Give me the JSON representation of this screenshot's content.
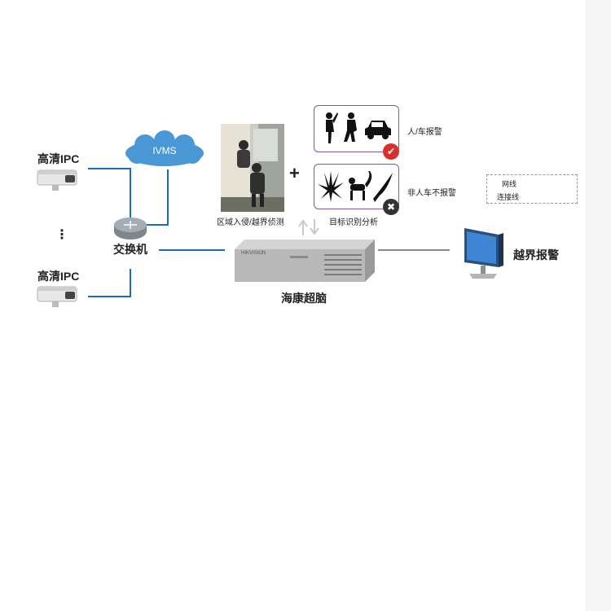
{
  "nodes": {
    "ipc_top_label": "高清IPC",
    "ipc_bottom_label": "高清IPC",
    "ellipsis": "⋮",
    "ivms_label": "IVMS",
    "switch_label": "交换机",
    "server_label": "海康超脑",
    "server_brand": "HIKVISION",
    "monitor_label": "越界报警",
    "photo_caption": "区域入侵/越界侦测",
    "plus": "+",
    "analysis_caption": "目标识别分析"
  },
  "results": {
    "alarm_label": "人/车报警",
    "no_alarm_label": "非人车不报警",
    "check_mark": "✔",
    "cross_mark": "✖"
  },
  "legend": {
    "network_line": "网线",
    "connection_line": "连接线"
  },
  "colors": {
    "network": "#1e6bb8",
    "connection": "#888888",
    "panel_border": "#7e5aa6",
    "check_badge": "#d9302c",
    "cross_badge": "#333333",
    "cloud": "#4a97d6"
  }
}
